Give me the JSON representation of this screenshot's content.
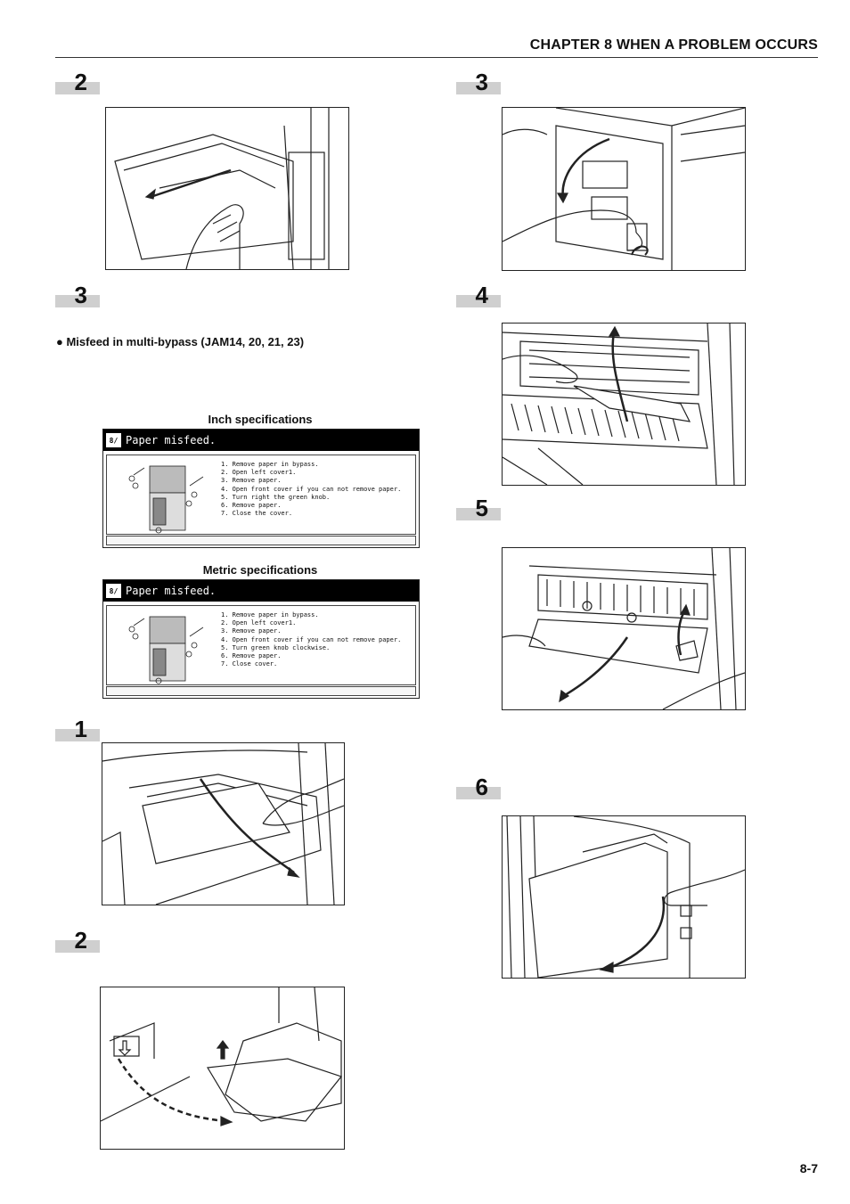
{
  "header": {
    "chapter_title": "CHAPTER 8  WHEN A PROBLEM OCCURS"
  },
  "steps": {
    "left_top_2": "2",
    "left_top_3": "3",
    "left_1": "1",
    "left_2": "2",
    "right_3": "3",
    "right_4": "4",
    "right_5": "5",
    "right_6": "6"
  },
  "section": {
    "bullet_text": "● Misfeed in multi-bypass (JAM14, 20, 21, 23)"
  },
  "panels": {
    "inch": {
      "label": "Inch specifications",
      "title": "Paper misfeed.",
      "instructions": [
        "1. Remove paper in bypass.",
        "2. Open left cover1.",
        "3. Remove paper.",
        "4. Open front cover if you can not remove paper.",
        "5. Turn right the green knob.",
        "6. Remove paper.",
        "7. Close the cover."
      ]
    },
    "metric": {
      "label": "Metric specifications",
      "title": "Paper misfeed.",
      "instructions": [
        "1. Remove paper in bypass.",
        "2. Open left cover1.",
        "3. Remove paper.",
        "4. Open front cover if you can not remove paper.",
        "5. Turn green knob clockwise.",
        "6. Remove paper.",
        "7. Close cover."
      ]
    }
  },
  "footer": {
    "page_number": "8-7"
  }
}
